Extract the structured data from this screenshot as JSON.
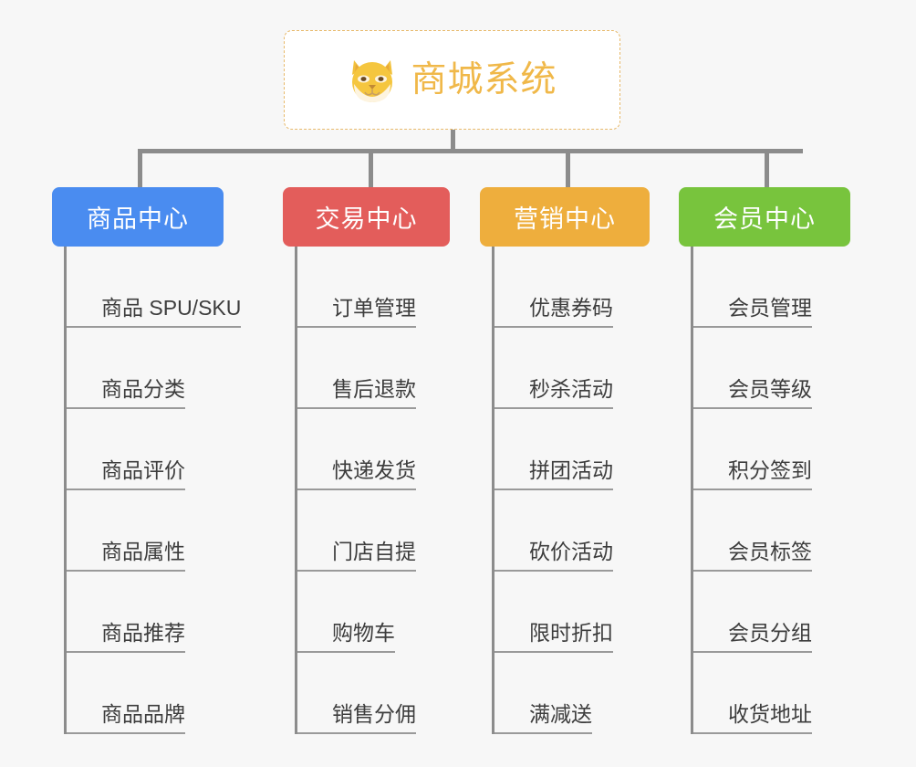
{
  "root": {
    "title": "商城系统",
    "icon": "shiba-dog-icon",
    "border_color": "#e8b96a",
    "text_color": "#f0b849"
  },
  "columns": [
    {
      "header": "商品中心",
      "color": "#4a8cf0",
      "items": [
        "商品 SPU/SKU",
        "商品分类",
        "商品评价",
        "商品属性",
        "商品推荐",
        "商品品牌"
      ]
    },
    {
      "header": "交易中心",
      "color": "#e35d5b",
      "items": [
        "订单管理",
        "售后退款",
        "快递发货",
        "门店自提",
        "购物车",
        "销售分佣"
      ]
    },
    {
      "header": "营销中心",
      "color": "#eeae3d",
      "items": [
        "优惠券码",
        "秒杀活动",
        "拼团活动",
        "砍价活动",
        "限时折扣",
        "满减送"
      ]
    },
    {
      "header": "会员中心",
      "color": "#78c43d",
      "items": [
        "会员管理",
        "会员等级",
        "积分签到",
        "会员标签",
        "会员分组",
        "收货地址"
      ]
    }
  ],
  "connector_color": "#8c8c8c",
  "background_color": "#f7f7f7"
}
